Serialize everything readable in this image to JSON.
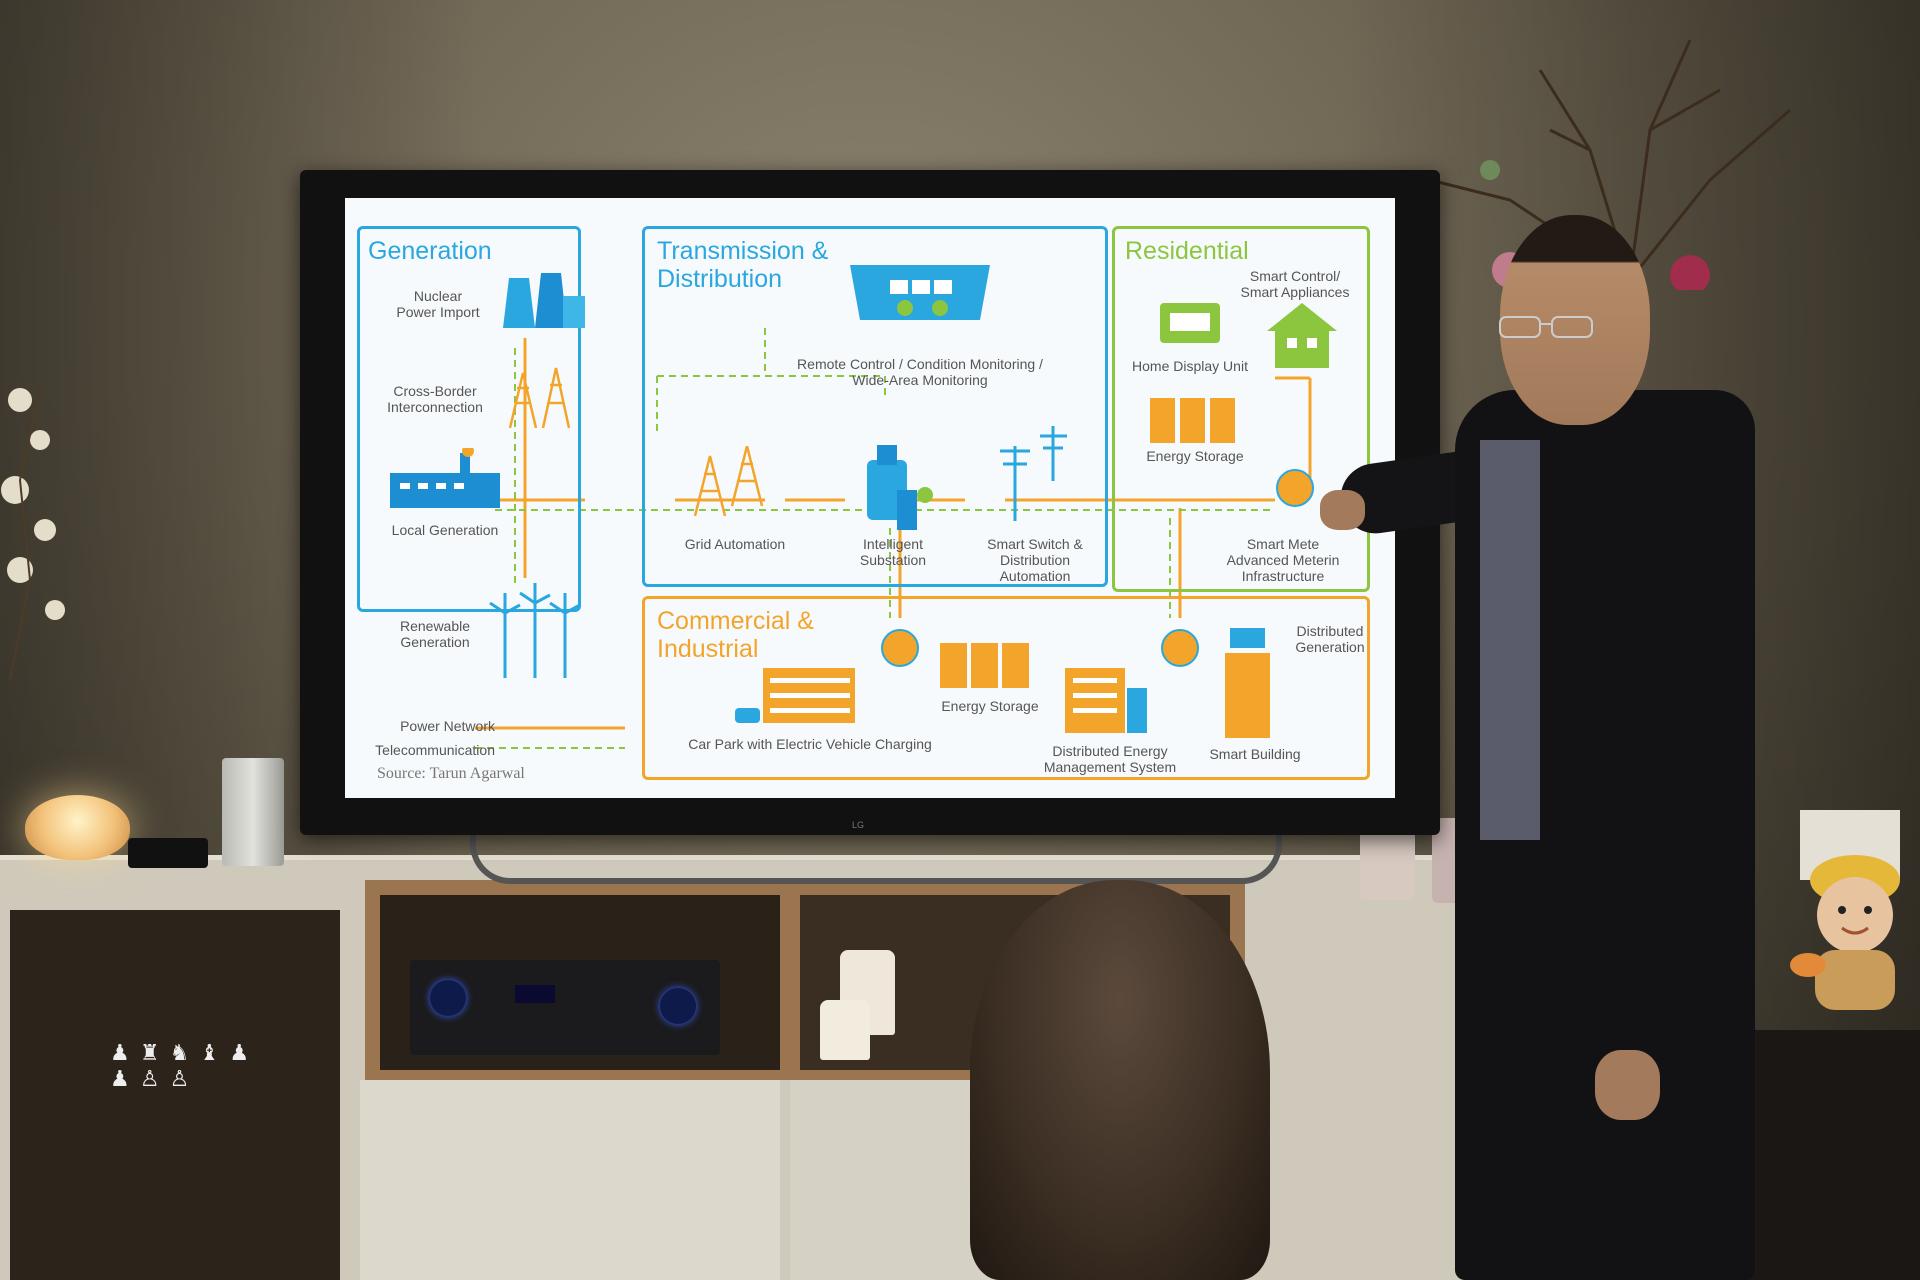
{
  "screen": {
    "generation": {
      "title": "Generation",
      "nuclear": "Nuclear\nPower Import",
      "crossborder": "Cross-Border\nInterconnection",
      "local": "Local Generation",
      "renewable": "Renewable\nGeneration"
    },
    "transmission": {
      "title": "Transmission &\nDistribution",
      "remote": "Remote Control / Condition Monitoring /\nWide-Area Monitoring",
      "grid": "Grid Automation",
      "substation": "Intelligent\nSubstation",
      "smartswitch": "Smart Switch &\nDistribution\nAutomation"
    },
    "residential": {
      "title": "Residential",
      "smartcontrol": "Smart Control/\nSmart Appliances",
      "homedisplay": "Home Display Unit",
      "storage": "Energy Storage",
      "metering": "Smart Mete\nAdvanced Meterin\nInfrastructure"
    },
    "commercial": {
      "title": "Commercial &\nIndustrial",
      "carpark": "Car Park with Electric Vehicle Charging",
      "storage": "Energy Storage",
      "dems": "Distributed Energy\nManagement System",
      "building": "Smart Building",
      "distgen": "Distributed\nGeneration"
    },
    "legend": {
      "power": "Power Network",
      "telecom": "Telecommunication"
    },
    "source": "Source:  Tarun Agarwal"
  },
  "tv_brand": "LG",
  "colors": {
    "blue": "#2aa7df",
    "orange": "#f3a42b",
    "green": "#8cc63f"
  }
}
